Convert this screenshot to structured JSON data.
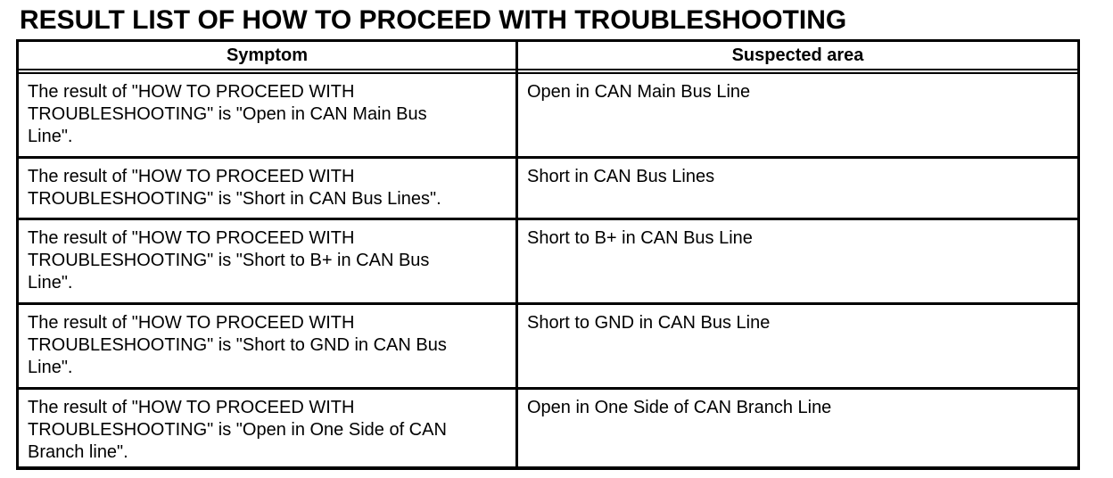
{
  "page": {
    "title": "RESULT LIST OF HOW TO PROCEED WITH TROUBLESHOOTING"
  },
  "table": {
    "columns": [
      {
        "label": "Symptom"
      },
      {
        "label": "Suspected area"
      }
    ],
    "rows": [
      {
        "symptom": "The result of \"HOW TO PROCEED WITH\nTROUBLESHOOTING\" is \"Open in CAN Main Bus\nLine\".",
        "suspected_area": "Open in CAN Main Bus Line"
      },
      {
        "symptom": "The result of \"HOW TO PROCEED WITH\nTROUBLESHOOTING\" is \"Short in CAN Bus Lines\".",
        "suspected_area": "Short in CAN Bus Lines"
      },
      {
        "symptom": "The result of \"HOW TO PROCEED WITH\nTROUBLESHOOTING\" is \"Short to B+ in CAN Bus\nLine\".",
        "suspected_area": "Short to B+ in CAN Bus Line"
      },
      {
        "symptom": "The result of \"HOW TO PROCEED WITH\nTROUBLESHOOTING\" is \"Short to GND in CAN Bus\nLine\".",
        "suspected_area": "Short to GND in CAN Bus Line"
      },
      {
        "symptom": "The result of \"HOW TO PROCEED WITH\nTROUBLESHOOTING\" is \"Open in One Side of CAN\nBranch line\".",
        "suspected_area": "Open in One Side of CAN Branch Line"
      }
    ],
    "colors": {
      "text": "#000000",
      "border": "#000000",
      "background": "#ffffff"
    }
  }
}
